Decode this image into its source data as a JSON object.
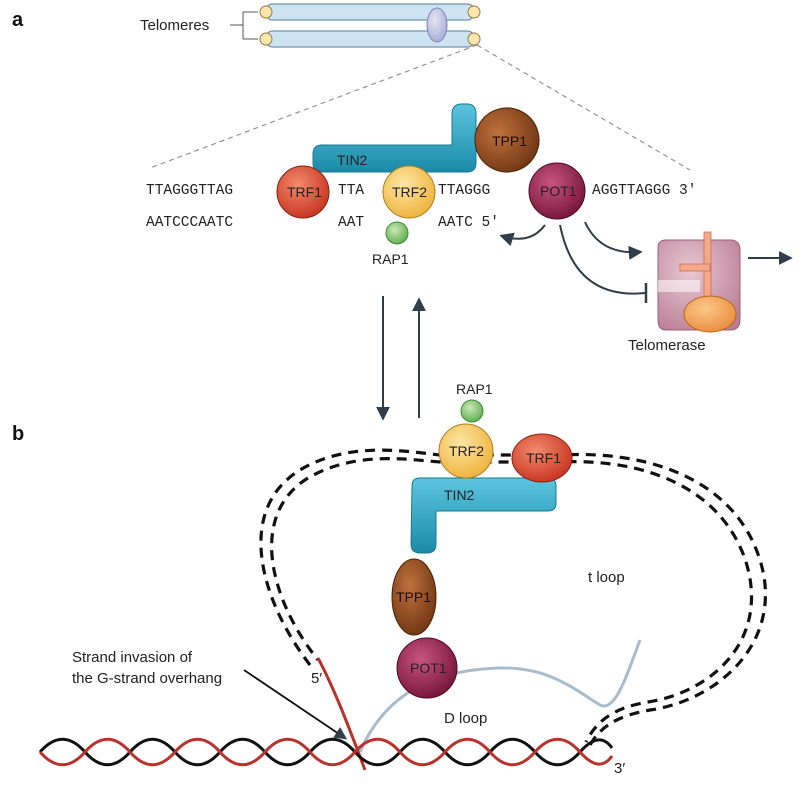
{
  "panels": {
    "a": "a",
    "b": "b"
  },
  "panel_a": {
    "telomeres_label": "Telomeres",
    "proteins": {
      "trf1": "TRF1",
      "trf2": "TRF2",
      "tin2": "TIN2",
      "tpp1": "TPP1",
      "pot1": "POT1",
      "rap1": "RAP1"
    },
    "top_strand": {
      "seg1": "TTAGGGTTAG",
      "seg2": "TTA",
      "seg3": "TTAGGG",
      "seg4": "AGGTTAGGG 3′"
    },
    "bottom_strand": {
      "seg1": "AATCCCAATC",
      "seg2": "AAT",
      "seg3": "AATC 5′"
    },
    "telomerase_label": "Telomerase"
  },
  "panel_b": {
    "proteins": {
      "rap1": "RAP1",
      "trf2": "TRF2",
      "trf1": "TRF1",
      "tin2": "TIN2",
      "tpp1": "TPP1",
      "pot1": "POT1"
    },
    "t_loop_label": "t loop",
    "d_loop_label": "D loop",
    "five_prime_label": "5′",
    "three_prime_label": "3′",
    "annotation_line1": "Strand invasion of",
    "annotation_line2": "the G-strand overhang"
  },
  "colors": {
    "trf1": "#d9442b",
    "trf2": "#f5c04a",
    "tin2": "#2ba3c2",
    "tpp1": "#8b4a22",
    "pot1": "#8e1f4a",
    "rap1": "#7cc06a",
    "telomerase": "#c995a8",
    "red_strand": "#b8332d",
    "grey_strand": "#a9bccb"
  }
}
